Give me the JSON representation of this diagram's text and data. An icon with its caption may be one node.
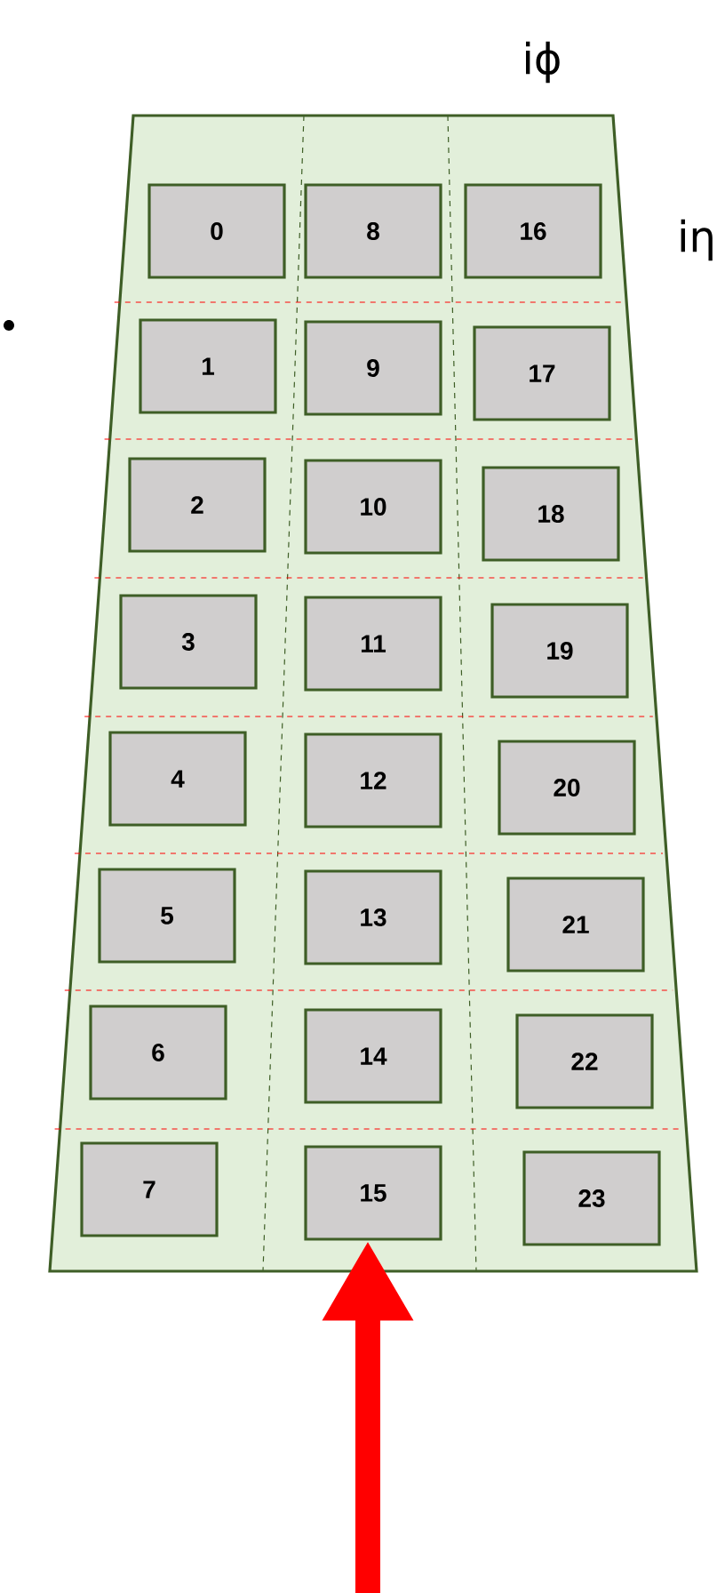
{
  "diagram": {
    "nodes": [
      {
        "text": [],
        "shape": "trapezoid"
      },
      {
        "text": [
          "0"
        ],
        "in": 0
      },
      {
        "text": [
          "1"
        ],
        "in": 0
      },
      {
        "text": [
          "2"
        ],
        "in": 0
      },
      {
        "text": [
          "3"
        ],
        "in": 0
      },
      {
        "text": [
          "4"
        ],
        "in": 0
      },
      {
        "text": [
          "5"
        ],
        "in": 0
      },
      {
        "text": [
          "6"
        ],
        "in": 0
      },
      {
        "text": [
          "7"
        ],
        "in": 0
      },
      {
        "text": [
          "8"
        ],
        "in": 0
      },
      {
        "text": [
          "9"
        ],
        "in": 0
      },
      {
        "text": [
          "10"
        ],
        "in": 0
      },
      {
        "text": [
          "11"
        ],
        "in": 0
      },
      {
        "text": [
          "12"
        ],
        "in": 0
      },
      {
        "text": [
          "13"
        ],
        "in": 0
      },
      {
        "text": [
          "14"
        ],
        "in": 0
      },
      {
        "text": [
          "15"
        ],
        "in": 0
      },
      {
        "text": [
          "16"
        ],
        "in": 0
      },
      {
        "text": [
          "17"
        ],
        "in": 0
      },
      {
        "text": [
          "18"
        ],
        "in": 0
      },
      {
        "text": [
          "19"
        ],
        "in": 0
      },
      {
        "text": [
          "20"
        ],
        "in": 0
      },
      {
        "text": [
          "21"
        ],
        "in": 0
      },
      {
        "text": [
          "22"
        ],
        "in": 0
      },
      {
        "text": [
          "23"
        ],
        "in": 0
      }
    ],
    "edges": [
      {
        "from": null,
        "to": 16,
        "arrow": "to",
        "color": "#ff0000"
      }
    ],
    "labels": [
      "iϕ",
      "iη"
    ]
  }
}
